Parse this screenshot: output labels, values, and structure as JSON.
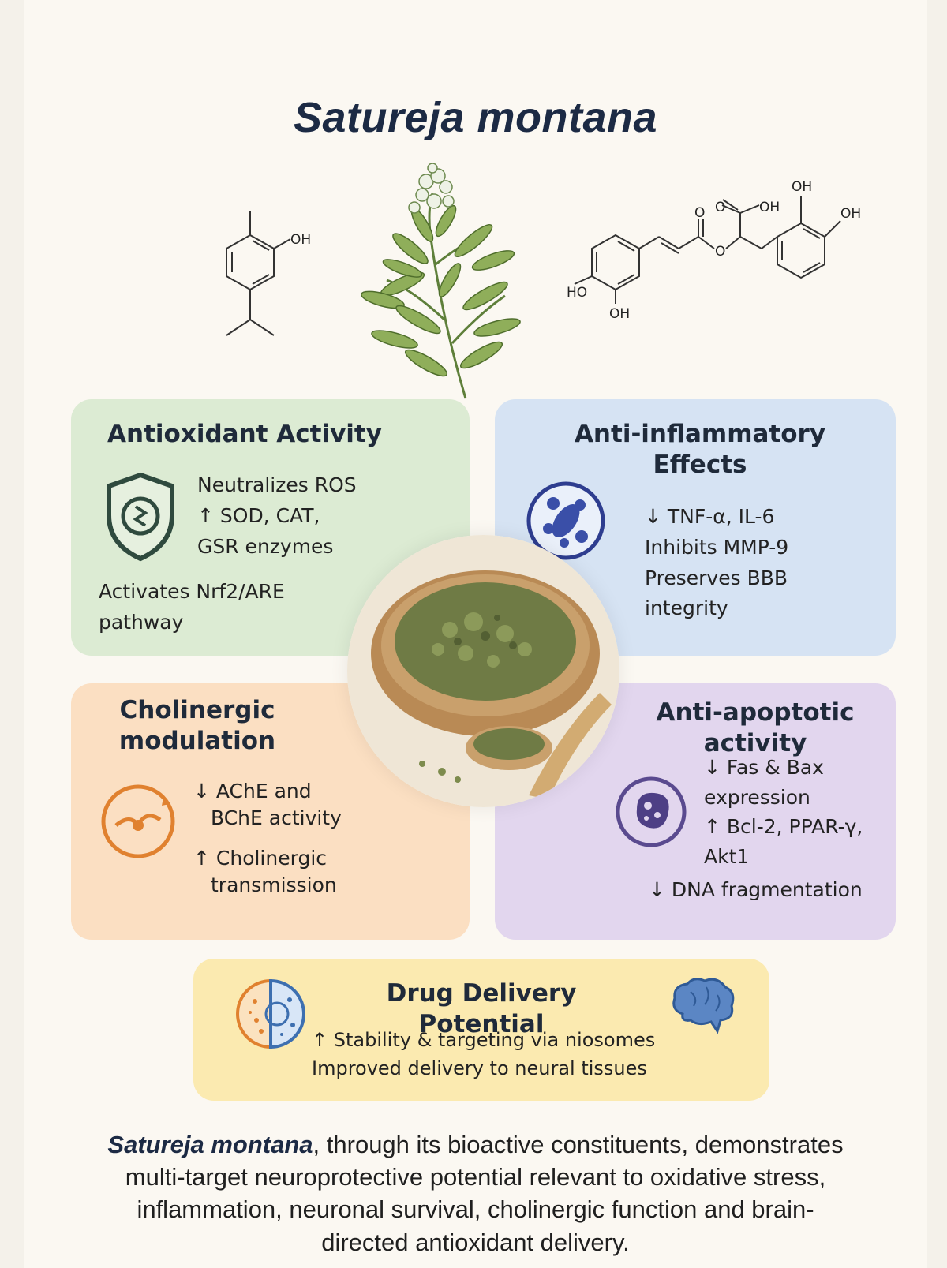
{
  "title": "Satureja montana",
  "molecules": {
    "left": {
      "oh": "OH"
    },
    "right": {
      "oh1": "OH",
      "oh2": "OH",
      "oh3": "OH",
      "ho": "HO",
      "oh4": "OH",
      "o1": "O",
      "o2": "O",
      "o3": "O"
    }
  },
  "panels": {
    "antioxidant": {
      "title": "Antioxidant Activity",
      "lines": [
        "Neutralizes ROS",
        "↑ SOD, CAT,",
        "GSR enzymes"
      ],
      "extra": [
        "Activates Nrf2/ARE",
        "pathway"
      ]
    },
    "anti_inflammatory": {
      "title_line1": "Anti-inflammatory",
      "title_line2": "Effects",
      "lines": [
        "↓ TNF-α, IL-6",
        "Inhibits MMP-9",
        "Preserves BBB",
        "integrity"
      ]
    },
    "cholinergic": {
      "title_line1": "Cholinergic",
      "title_line2": "modulation",
      "lines_a": [
        "↓ AChE and",
        "BChE activity"
      ],
      "lines_b": [
        "↑ Cholinergic",
        "transmission"
      ]
    },
    "anti_apoptotic": {
      "title_line1": "Anti-apoptotic",
      "title_line2": "activity",
      "lines": [
        "↓ Fas & Bax",
        "expression",
        "↑ Bcl-2, PPAR-γ,",
        "Akt1"
      ],
      "extra": "↓ DNA fragmentation"
    },
    "drug_delivery": {
      "title": "Drug Delivery Potential",
      "lines": [
        "↑ Stability & targeting via niosomes",
        "Improved delivery to neural tissues"
      ]
    }
  },
  "summary": {
    "italic": "Satureja montana",
    "rest_line1": ", through its bioactive constituents, demonstrates",
    "line2": "multi-target neuroprotective potential relevant to oxidative stress,",
    "line3": "inflammation, neuronal survival, cholinergic function and brain-",
    "line4": "directed antioxidant delivery."
  },
  "colors": {
    "green": "#dcebd3",
    "blue": "#d6e3f3",
    "orange": "#fbdfc2",
    "purple": "#e2d6ee",
    "yellow": "#fbeab0",
    "title": "#1c2a44"
  }
}
